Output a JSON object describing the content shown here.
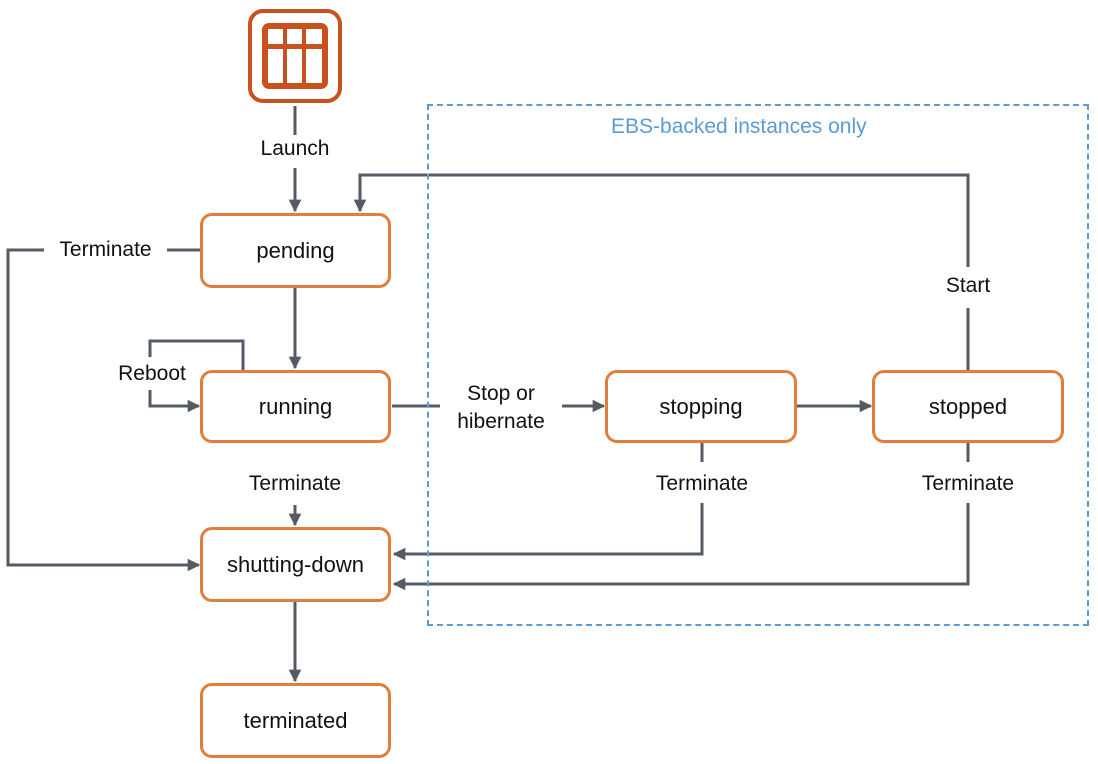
{
  "colors": {
    "state_border": "#e07f3c",
    "connector": "#545b64",
    "region_border": "#5b9bd5",
    "region_text": "#5b9bd5",
    "icon": "#c7511f"
  },
  "icon": {
    "name": "ec2-instance-icon"
  },
  "region": {
    "title": "EBS-backed instances only"
  },
  "states": {
    "pending": "pending",
    "running": "running",
    "stopping": "stopping",
    "stopped": "stopped",
    "shutting_down": "shutting-down",
    "terminated": "terminated"
  },
  "transitions": {
    "launch": "Launch",
    "terminate_pending": "Terminate",
    "reboot": "Reboot",
    "stop_line1": "Stop or",
    "stop_line2": "hibernate",
    "terminate_running": "Terminate",
    "terminate_stopping": "Terminate",
    "terminate_stopped": "Terminate",
    "start": "Start"
  }
}
